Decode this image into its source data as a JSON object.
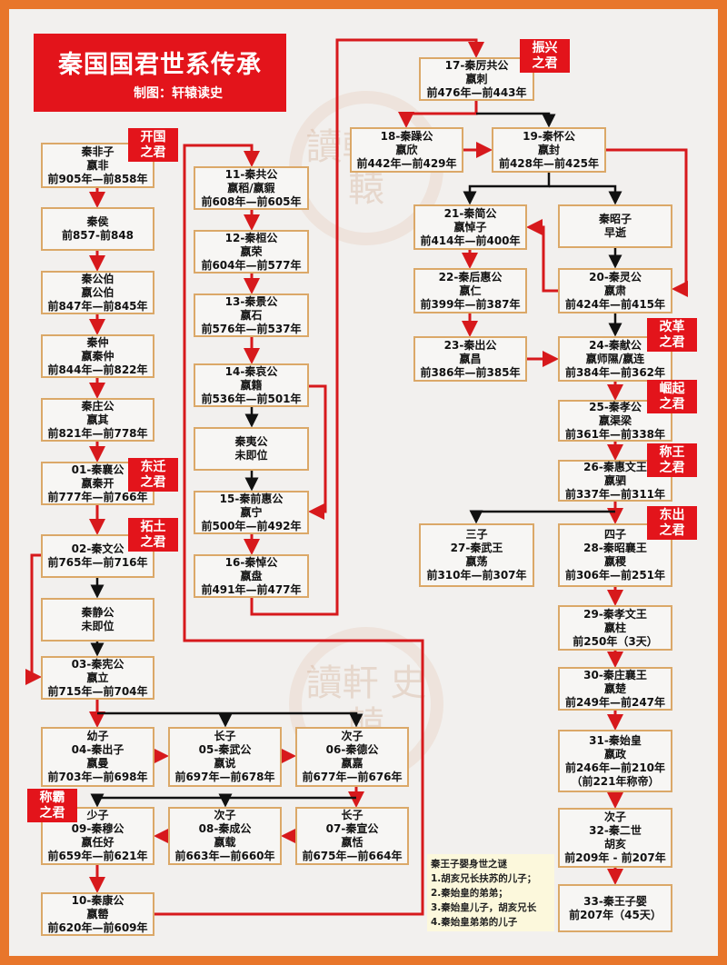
{
  "title": "秦国国君世系传承",
  "subtitle": "制图：轩辕读史",
  "watermark": "讀軒\n史轅",
  "boxes": {
    "feizi": "秦非子\n嬴非\n前905年—前858年",
    "qinhou": "秦侯\n前857-前848",
    "gongbo": "秦公伯\n嬴公伯\n前847年—前845年",
    "qinzhong": "秦仲\n嬴秦仲\n前844年—前822年",
    "zhuang": "秦庄公\n嬴其\n前821年—前778年",
    "k01": "01-秦襄公\n嬴秦开\n前777年—前766年",
    "k02": "02-秦文公\n前765年—前716年",
    "jing": "秦静公\n未即位",
    "k03": "03-秦宪公\n嬴立\n前715年—前704年",
    "k04": "幼子\n04-秦出子\n嬴曼\n前703年—前698年",
    "k05": "长子\n05-秦武公\n嬴说\n前697年—前678年",
    "k06": "次子\n06-秦德公\n嬴嘉\n前677年—前676年",
    "k07": "长子\n07-秦宣公\n嬴恬\n前675年—前664年",
    "k08": "次子\n08-秦成公\n嬴载\n前663年—前660年",
    "k09": "少子\n09-秦穆公\n嬴任好\n前659年—前621年",
    "k10": "10-秦康公\n嬴罃\n前620年—前609年",
    "k11": "11-秦共公\n嬴稻/嬴貑\n前608年—前605年",
    "k12": "12-秦桓公\n嬴荣\n前604年—前577年",
    "k13": "13-秦景公\n嬴石\n前576年—前537年",
    "k14": "14-秦哀公\n嬴籍\n前536年—前501年",
    "yi": "秦夷公\n未即位",
    "k15": "15-秦前惠公\n嬴宁\n前500年—前492年",
    "k16": "16-秦悼公\n嬴盘\n前491年—前477年",
    "k17": "17-秦厉共公\n嬴刺\n前476年—前443年",
    "k18": "18-秦躁公\n嬴欣\n前442年—前429年",
    "k19": "19-秦怀公\n嬴封\n前428年—前425年",
    "k21": "21-秦简公\n嬴悼子\n前414年—前400年",
    "zhaozi": "秦昭子\n早逝",
    "k22": "22-秦后惠公\n嬴仁\n前399年—前387年",
    "k20": "20-秦灵公\n嬴肃\n前424年—前415年",
    "k23": "23-秦出公\n嬴昌\n前386年—前385年",
    "k24": "24-秦献公\n嬴师隰/嬴连\n前384年—前362年",
    "k25": "25-秦孝公\n嬴渠梁\n前361年—前338年",
    "k26": "26-秦惠文王\n嬴驷\n前337年—前311年",
    "k27": "三子\n27-秦武王\n嬴荡\n前310年—前307年",
    "k28": "四子\n28-秦昭襄王\n嬴稷\n前306年—前251年",
    "k29": "29-秦孝文王\n嬴柱\n前250年（3天）",
    "k30": "30-秦庄襄王\n嬴楚\n前249年—前247年",
    "k31": "31-秦始皇\n嬴政\n前246年—前210年\n（前221年称帝）",
    "k32": "次子\n32-秦二世\n胡亥\n前209年 - 前207年",
    "k33": "33-秦王子婴\n前207年（45天）"
  },
  "badges": {
    "kaiguo": "开国\n之君",
    "zhenxing": "振兴\n之君",
    "dongqian": "东迁\n之君",
    "tuotu": "拓土\n之君",
    "gaige": "改革\n之君",
    "jueqi": "崛起\n之君",
    "chengwang": "称王\n之君",
    "dongchu": "东出\n之君",
    "chengba": "称霸\n之君"
  },
  "note": {
    "title": "秦王子婴身世之谜",
    "items": [
      "1.胡亥兄长扶苏的儿子；",
      "2.秦始皇的弟弟；",
      "3.秦始皇儿子，胡亥兄长",
      "4.秦始皇弟弟的儿子"
    ]
  },
  "colors": {
    "frame": "#e8762b",
    "accent": "#e3141b",
    "box_border": "#dba868",
    "succession_arrow": "#d7191c",
    "lineage_arrow": "#111111"
  }
}
